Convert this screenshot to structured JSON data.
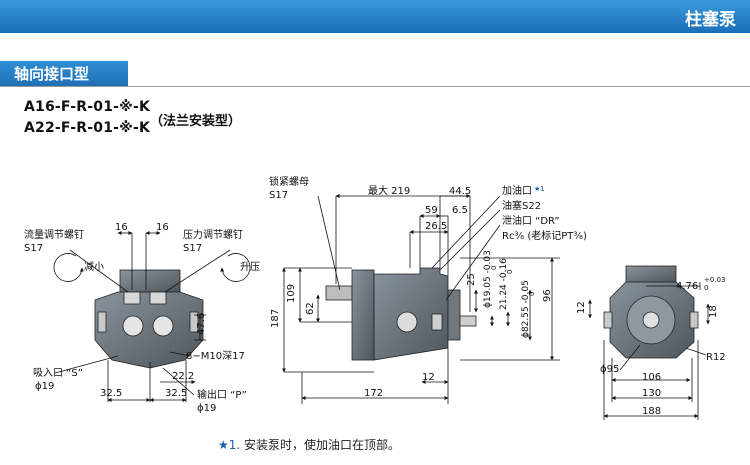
{
  "header": {
    "title": "柱塞泵"
  },
  "section": {
    "title": "轴向接口型"
  },
  "models": {
    "model1": "A16-F-R-01-※-K",
    "model2": "A22-F-R-01-※-K",
    "mount": "（法兰安装型）"
  },
  "left_view": {
    "flow_screw": "流量调节螺钉",
    "flow_s": "S17",
    "pressure_screw": "压力调节螺钉",
    "pressure_s": "S17",
    "decrease": "减小",
    "increase": "升压",
    "d16a": "16",
    "d16b": "16",
    "d47_6": "47.6",
    "bolts": "8−M10深17",
    "suction": "吸入口 “S”",
    "suction_d": "ϕ19",
    "d22_2": "22.2",
    "d32_5a": "32.5",
    "d32_5b": "32.5",
    "outlet": "输出口 “P”",
    "outlet_d": "ϕ19"
  },
  "middle_view": {
    "lock_nut": "锁紧螺母",
    "lock_s": "S17",
    "max": "最大 219",
    "d44_5": "44.5",
    "d59": "59",
    "d6_5": "6.5",
    "d26_5": "26.5",
    "oil_fill": "加油口",
    "oil_fill_note": "★1",
    "oil_plug": "油塞S22",
    "drain": "泄油口 “DR”",
    "drain_rc": "Rc³⁄₈ (老标记PT³⁄₈)",
    "d109": "109",
    "d187": "187",
    "d62": "62",
    "d25": "25",
    "shaft": "ϕ19.05 -0.03",
    "shaft_tol": "0",
    "key": "21.24 -0.16",
    "key_tol": "0",
    "spigot": "ϕ82.55 -0.05",
    "spigot_tol": "0",
    "d96": "96",
    "d12": "12",
    "d172": "172"
  },
  "right_view": {
    "keyw": "4.76",
    "keyw_tol": "+0.03",
    "keyw_tol2": "0",
    "d12": "12",
    "d18": "18",
    "r12": "R12",
    "d95": "ϕ95",
    "d106": "106",
    "d130": "130",
    "d188": "188"
  },
  "footnote": {
    "star": "★1.",
    "text": "安装泵时，使加油口在顶部。"
  }
}
